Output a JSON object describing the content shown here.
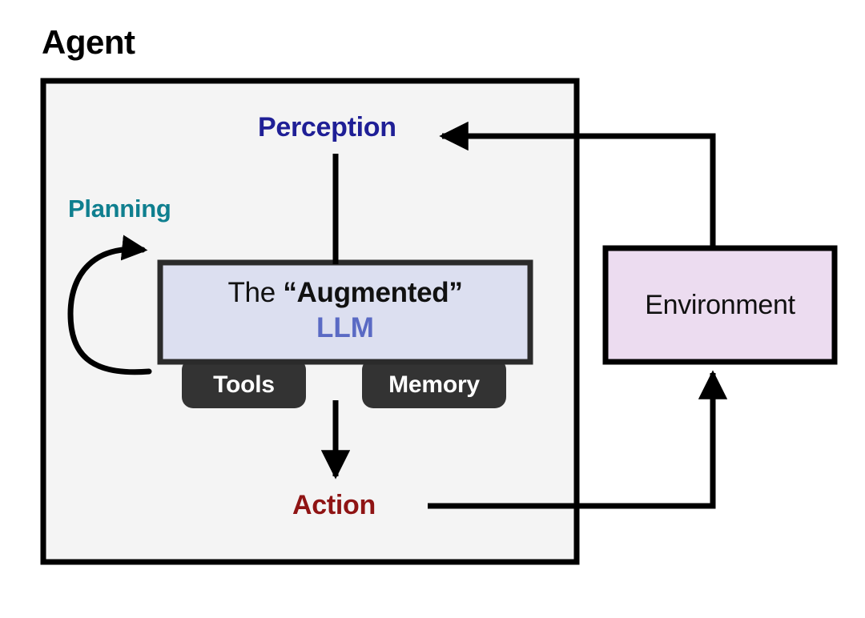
{
  "diagram": {
    "title": "Agent",
    "agent_box": {
      "label": "Agent",
      "fill": "#f4f4f4",
      "stroke": "#000000"
    },
    "nodes": {
      "perception": {
        "label": "Perception",
        "color": "#1f1f96"
      },
      "planning": {
        "label": "Planning",
        "color": "#0f7f8f"
      },
      "action": {
        "label": "Action",
        "color": "#8f1414"
      },
      "llm": {
        "line1_prefix": "The ",
        "line1_quoted": "“Augmented”",
        "line2": "LLM",
        "fill": "#dcdff0",
        "stroke": "#2b2b2b",
        "line2_color": "#5a6ac4"
      },
      "tools": {
        "label": "Tools",
        "fill": "#333333",
        "text_color": "#ffffff"
      },
      "memory": {
        "label": "Memory",
        "fill": "#333333",
        "text_color": "#ffffff"
      },
      "environment": {
        "label": "Environment",
        "fill": "#ecdcf0",
        "stroke": "#000000",
        "text_color": "#111111"
      }
    },
    "edges": [
      {
        "name": "perception-to-llm",
        "from": "Perception",
        "to": "LLM",
        "arrowhead": false
      },
      {
        "name": "llm-to-action",
        "from": "LLM",
        "to": "Action",
        "arrowhead": true
      },
      {
        "name": "action-to-environment",
        "from": "Action",
        "to": "Environment",
        "arrowhead": true
      },
      {
        "name": "environment-to-perception",
        "from": "Environment",
        "to": "Perception",
        "arrowhead": true
      },
      {
        "name": "planning-self-loop",
        "from": "LLM",
        "to": "LLM",
        "arrowhead": true
      }
    ]
  }
}
